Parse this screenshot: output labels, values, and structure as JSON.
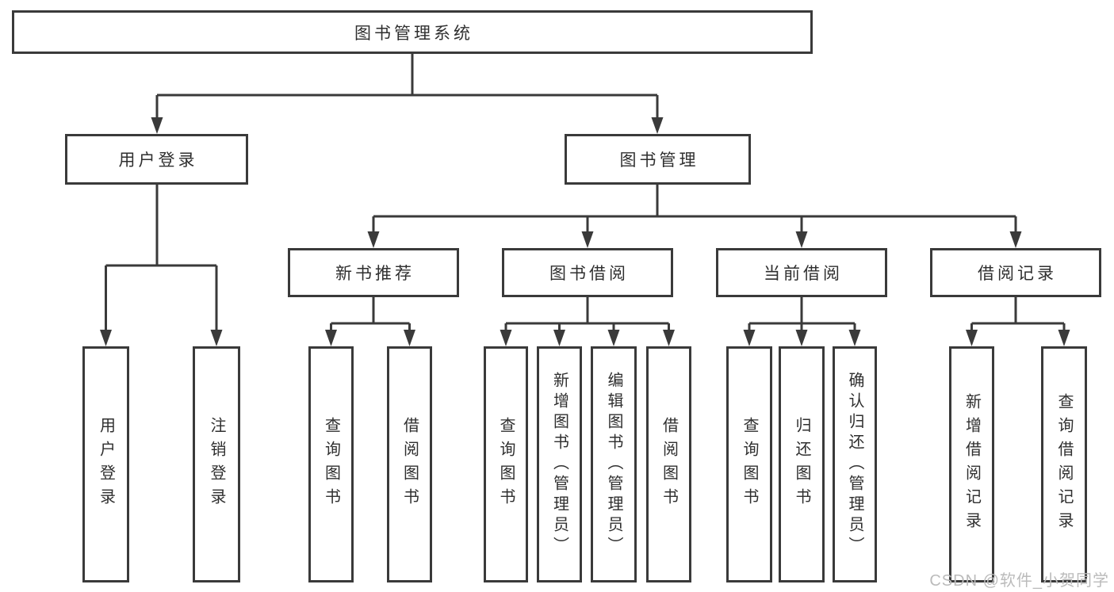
{
  "nodes": {
    "root": "图书管理系统",
    "l2": [
      "用户登录",
      "图书管理"
    ],
    "l3": [
      "新书推荐",
      "图书借阅",
      "当前借阅",
      "借阅记录"
    ],
    "leaves_login": [
      "用户登录",
      "注销登录"
    ],
    "leaves_newbook": [
      "查询图书",
      "借阅图书"
    ],
    "leaves_borrow": [
      "查询图书",
      "新增图书（管理员）",
      "编辑图书（管理员）",
      "借阅图书"
    ],
    "leaves_current": [
      "查询图书",
      "归还图书",
      "确认归还（管理员）"
    ],
    "leaves_records": [
      "新增借阅记录",
      "查询借阅记录"
    ]
  },
  "watermark": "CSDN @软件_小贺同学",
  "colors": {
    "line": "#3a3a3a",
    "text": "#2f2f2f",
    "watermark": "#bbbbbb",
    "background": "#ffffff"
  }
}
